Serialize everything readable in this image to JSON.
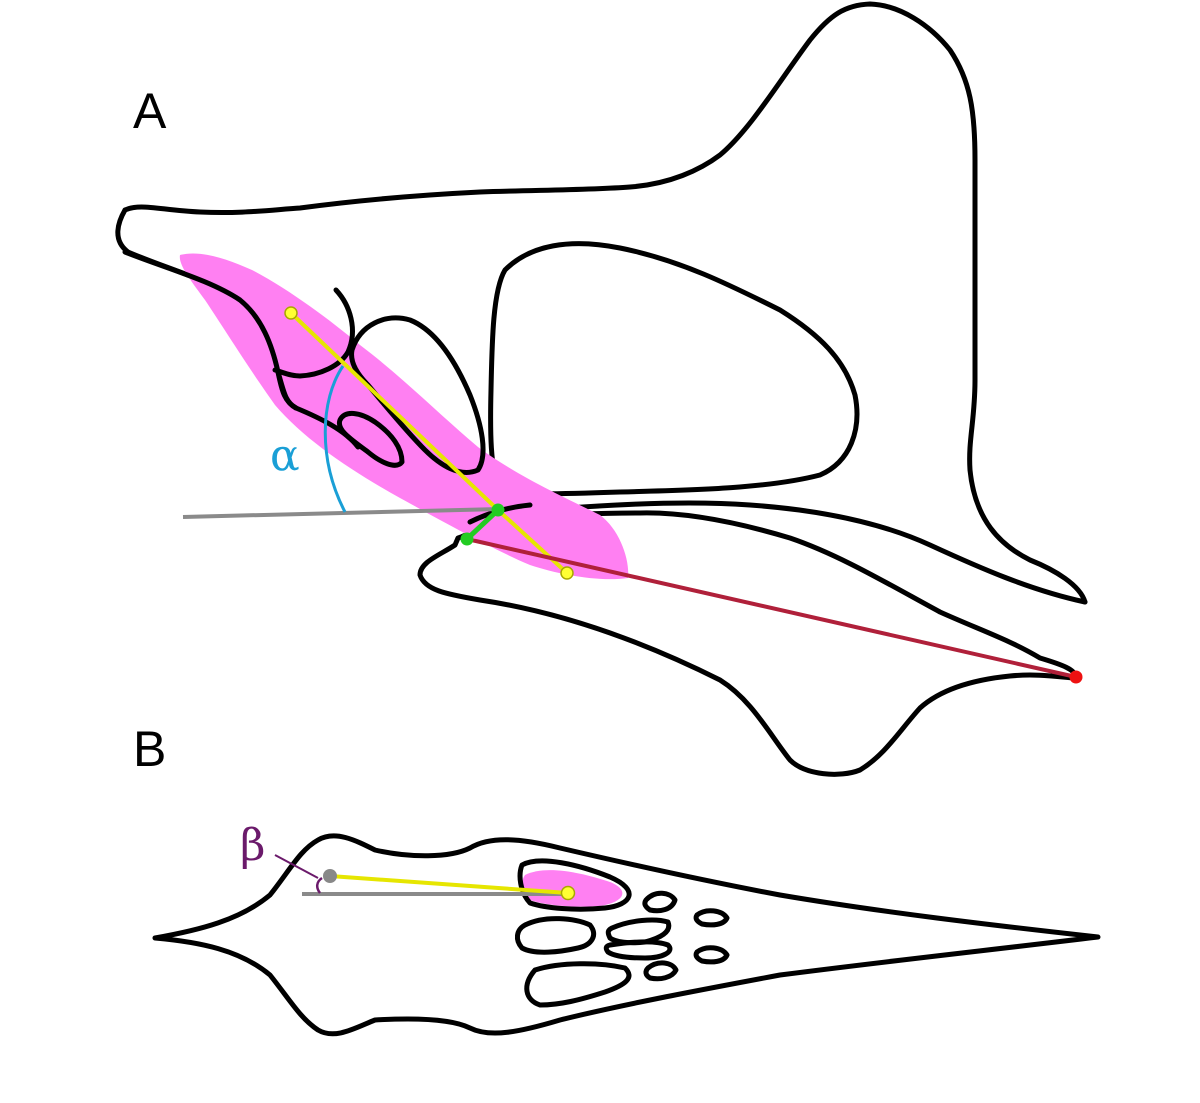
{
  "panels": [
    {
      "id": "A",
      "label": "A"
    },
    {
      "id": "B",
      "label": "B"
    }
  ],
  "angles": [
    {
      "symbol": "α",
      "color": "#1a9fd6"
    },
    {
      "symbol": "β",
      "color": "#6b1a6b"
    }
  ],
  "colors": {
    "outline": "#000000",
    "highlight": "#ff80f2",
    "axis_line": "#8a8a8a",
    "yellow_line": "#e6e600",
    "yellow_point": "#ffff33",
    "green_segment": "#22cc22",
    "red_line": "#b0203a",
    "red_point": "#ee1111",
    "grey_point": "#888888"
  }
}
